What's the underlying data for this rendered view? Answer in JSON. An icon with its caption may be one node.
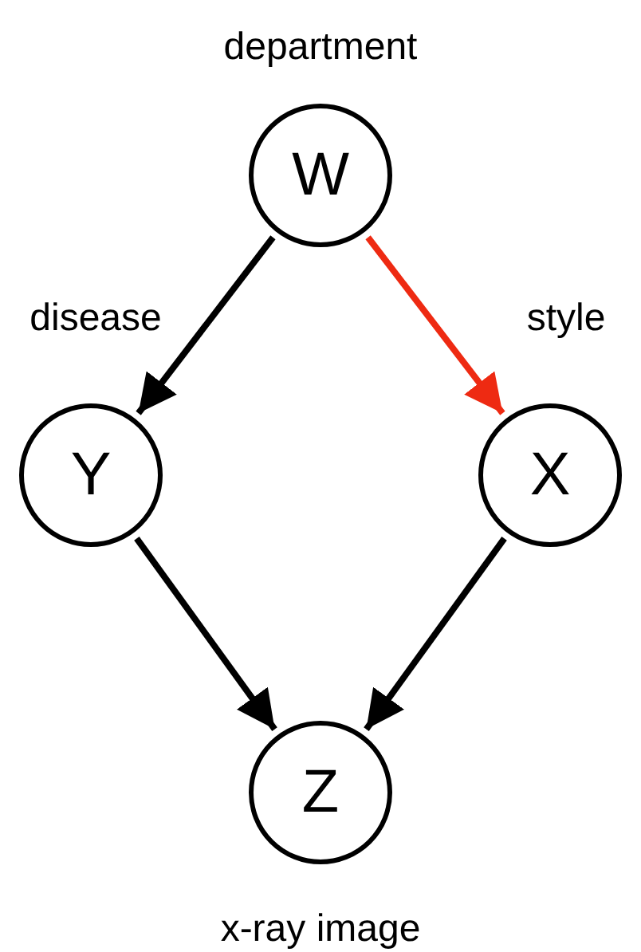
{
  "diagram": {
    "nodes": [
      {
        "text": [
          "W"
        ],
        "beside": [
          "department"
        ]
      },
      {
        "text": [
          "Y"
        ],
        "beside": [
          "disease"
        ]
      },
      {
        "text": [
          "X"
        ],
        "beside": [
          "style"
        ]
      },
      {
        "text": [
          "Z"
        ],
        "beside": [
          "x-ray image"
        ]
      }
    ],
    "edges": [
      {
        "from": 0,
        "to": 1,
        "arrow": "to"
      },
      {
        "from": 0,
        "to": 2,
        "arrow": "to",
        "color": "#ee2a12"
      },
      {
        "from": 1,
        "to": 3,
        "arrow": "to"
      },
      {
        "from": 2,
        "to": 3,
        "arrow": "to"
      }
    ]
  }
}
